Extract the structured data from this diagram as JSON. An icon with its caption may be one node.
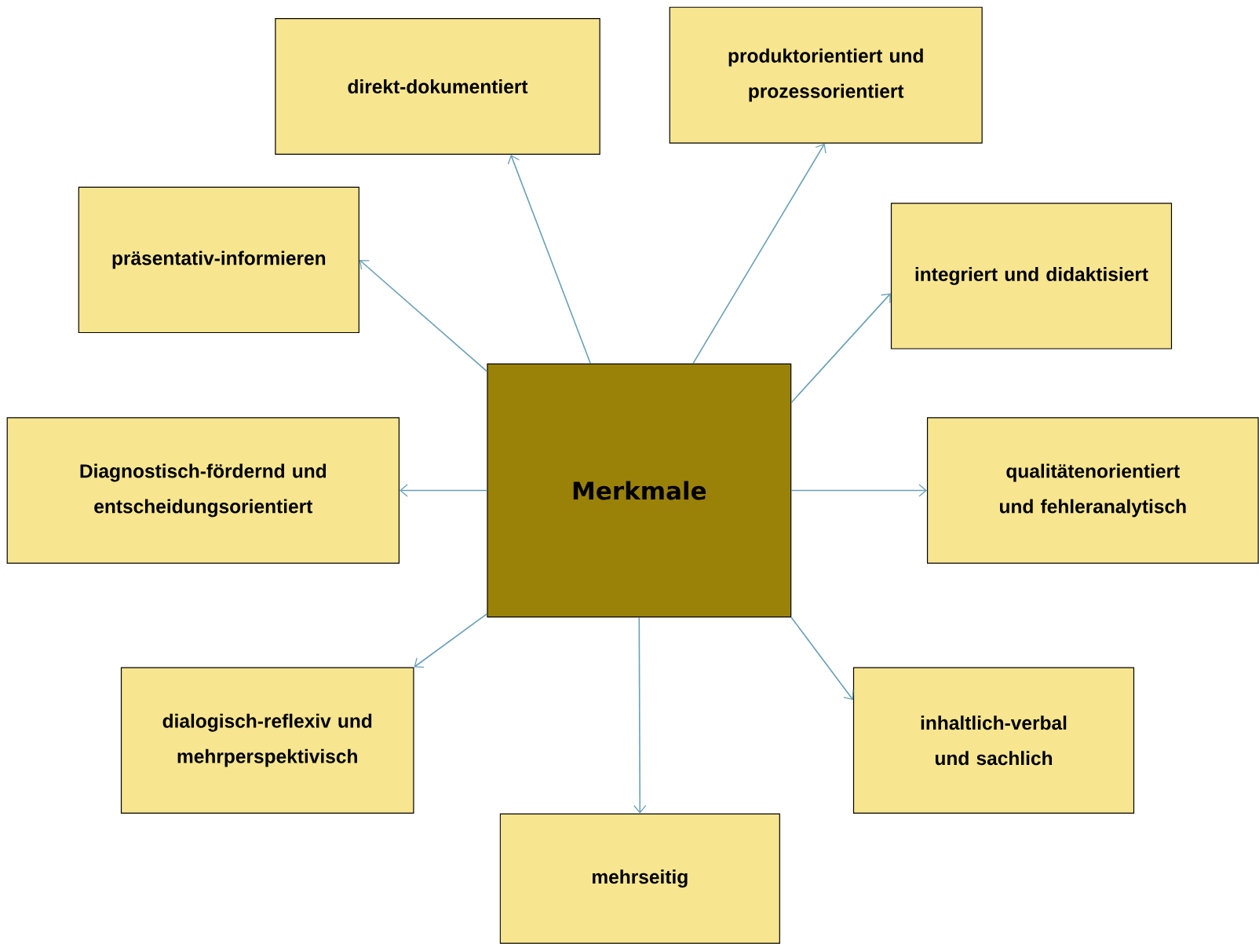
{
  "diagram": {
    "nodes": [
      {
        "text": [
          "Merkmale"
        ]
      },
      {
        "text": [
          "direkt-dokumentiert"
        ]
      },
      {
        "text": [
          "produktorientiert und prozessorientiert"
        ]
      },
      {
        "text": [
          "präsentativ-informieren"
        ]
      },
      {
        "text": [
          "integriert und didaktisiert"
        ]
      },
      {
        "text": [
          "Diagnostisch-fördernd und entscheidungsorientiert"
        ]
      },
      {
        "text": [
          "qualitätenorientiert und fehleranalytisch"
        ]
      },
      {
        "text": [
          "dialogisch-reflexiv und mehrperspektivisch"
        ]
      },
      {
        "text": [
          "inhaltlich-verbal und sachlich"
        ]
      },
      {
        "text": [
          "mehrseitig"
        ]
      }
    ],
    "edges": [
      {
        "from": 0,
        "to": 1,
        "arrow": "to"
      },
      {
        "from": 0,
        "to": 2,
        "arrow": "to"
      },
      {
        "from": 0,
        "to": 3,
        "arrow": "to"
      },
      {
        "from": 0,
        "to": 4,
        "arrow": "to"
      },
      {
        "from": 0,
        "to": 5,
        "arrow": "to"
      },
      {
        "from": 0,
        "to": 6,
        "arrow": "to"
      },
      {
        "from": 0,
        "to": 7,
        "arrow": "to"
      },
      {
        "from": 0,
        "to": 8,
        "arrow": "to"
      },
      {
        "from": 0,
        "to": 9,
        "arrow": "to"
      }
    ]
  }
}
